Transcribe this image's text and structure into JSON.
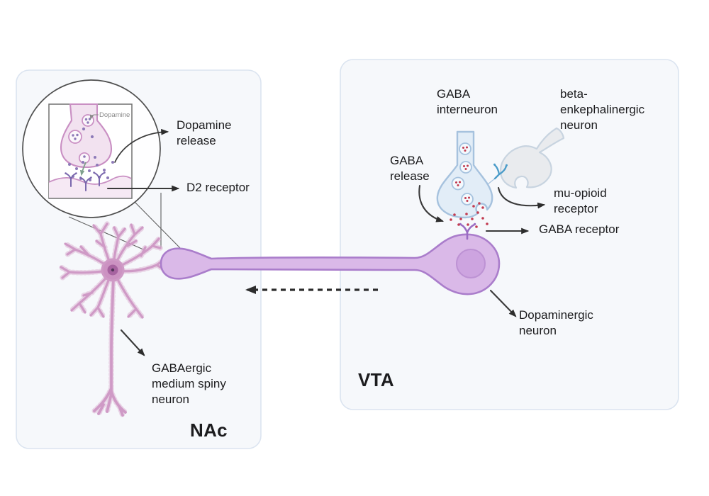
{
  "colors": {
    "panel_bg": "#f6f8fb",
    "panel_border": "#dbe4f0",
    "outline_gray": "#4f4f4f",
    "box_gray": "#707070",
    "callout_gray": "#5f5f5f",
    "arrow": "#3a3a3a",
    "pink_fill": "#f2e2f0",
    "pink_stroke": "#c98fc3",
    "postsyn_fill": "#f6e9f4",
    "dopamine_dot": "#8d7ab8",
    "d2_color": "#7a68ad",
    "green_arrow": "#7fa08c",
    "msn_color": "#cf9ac6",
    "msn_fuzz": "#dcb4d4",
    "msn_soma": "#cc92c2",
    "msn_nucleus": "#a763a0",
    "da_fill": "#dab9e8",
    "da_stroke": "#aa7dcb",
    "da_nucleus": "#cda4e0",
    "da_nucleus_stroke": "#bd92d4",
    "gaba_fill": "#e2edf7",
    "gaba_stroke": "#a6c2de",
    "gaba_dot": "#c23b50",
    "gray_fill": "#e9ebee",
    "gray_stroke": "#c8d4e0",
    "mu_color": "#4b9cc9",
    "gabar_color": "#9a6cc3"
  },
  "nac_panel": {
    "title": "NAc",
    "inset_label": "Dopamine",
    "labels": {
      "dopamine_release": "Dopamine\nrelease",
      "d2_receptor": "D2 receptor",
      "msn": "GABAergic\nmedium spiny\nneuron"
    }
  },
  "vta_panel": {
    "title": "VTA",
    "labels": {
      "gaba_interneuron": "GABA\ninterneuron",
      "beta_enkephalinergic": "beta-\nenkephalinergic\nneuron",
      "gaba_release": "GABA\nrelease",
      "mu_opioid_receptor": "mu-opioid\nreceptor",
      "gaba_receptor": "GABA receptor",
      "dopaminergic_neuron": "Dopaminergic\nneuron"
    }
  }
}
